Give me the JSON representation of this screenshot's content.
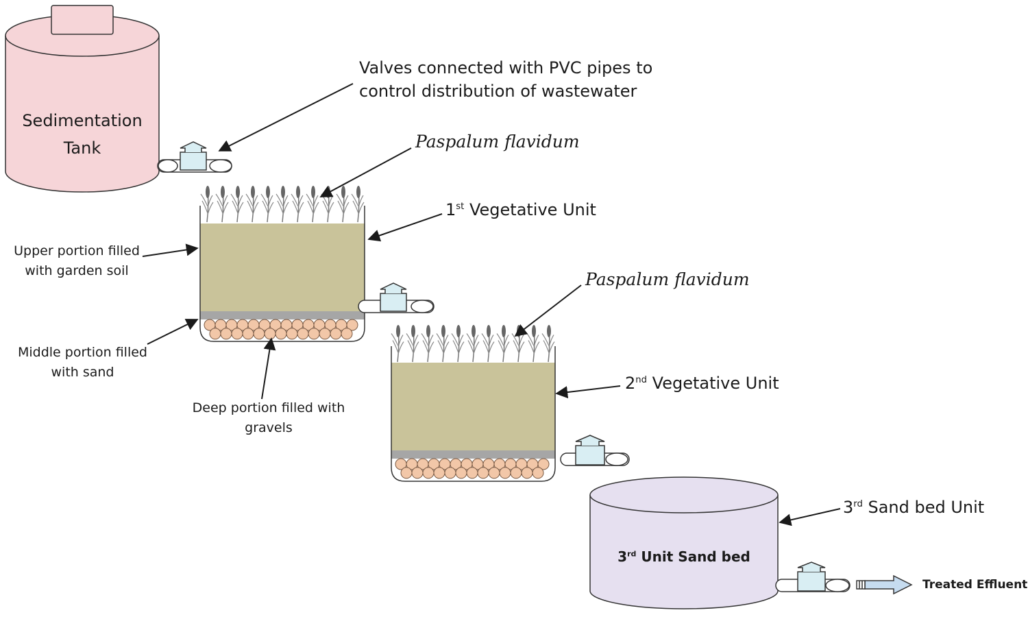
{
  "tanks": {
    "sedimentation": {
      "line1": "Sedimentation",
      "line2": "Tank"
    },
    "sand_bed": {
      "num": "3",
      "sup": "rd",
      "text": " Unit Sand bed"
    }
  },
  "annotations": {
    "valves": {
      "line1": "Valves connected with PVC pipes to",
      "line2": "control distribution of wastewater"
    },
    "plant1": "Paspalum flavidum",
    "plant2": "Paspalum flavidum",
    "unit1": {
      "num": "1",
      "sup": "st",
      "text": " Vegetative Unit"
    },
    "unit2": {
      "num": "2",
      "sup": "nd",
      "text": " Vegetative Unit"
    },
    "unit3": {
      "num": "3",
      "sup": "rd",
      "text": " Sand bed Unit"
    },
    "upper": {
      "line1": "Upper portion filled",
      "line2": "with garden soil"
    },
    "middle": {
      "line1": "Middle portion filled",
      "line2": "with sand"
    },
    "deep": {
      "line1": "Deep portion filled with",
      "line2": "gravels"
    },
    "effluent": "Treated Effluent"
  },
  "colors": {
    "sed_tank": "#f6d5d8",
    "soil": "#c9c39a",
    "sand": "#a6a6a6",
    "gravel": "#f2c7a8",
    "sand_bed_tank": "#e6e0f0",
    "valve": "#d9eef3",
    "arrow_fill": "#c6dcf0"
  }
}
